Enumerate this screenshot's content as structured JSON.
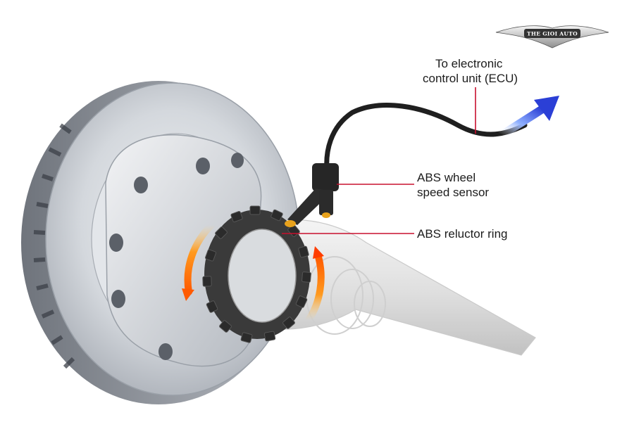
{
  "labels": {
    "ecu_line1": "To electronic",
    "ecu_line2": "control unit (ECU)",
    "sensor_line1": "ABS wheel",
    "sensor_line2": "speed sensor",
    "reluctor": "ABS reluctor ring"
  },
  "logo": {
    "text": "THE GIOI AUTO"
  },
  "colors": {
    "leader_line": "#c8102e",
    "rotation_arrow": "#ff6a00",
    "signal_arrow": "#2b3fd6",
    "rotor": "#c9cdd3",
    "reluctor_ring": "#3a3a3a",
    "cable": "#1f1f1f"
  }
}
